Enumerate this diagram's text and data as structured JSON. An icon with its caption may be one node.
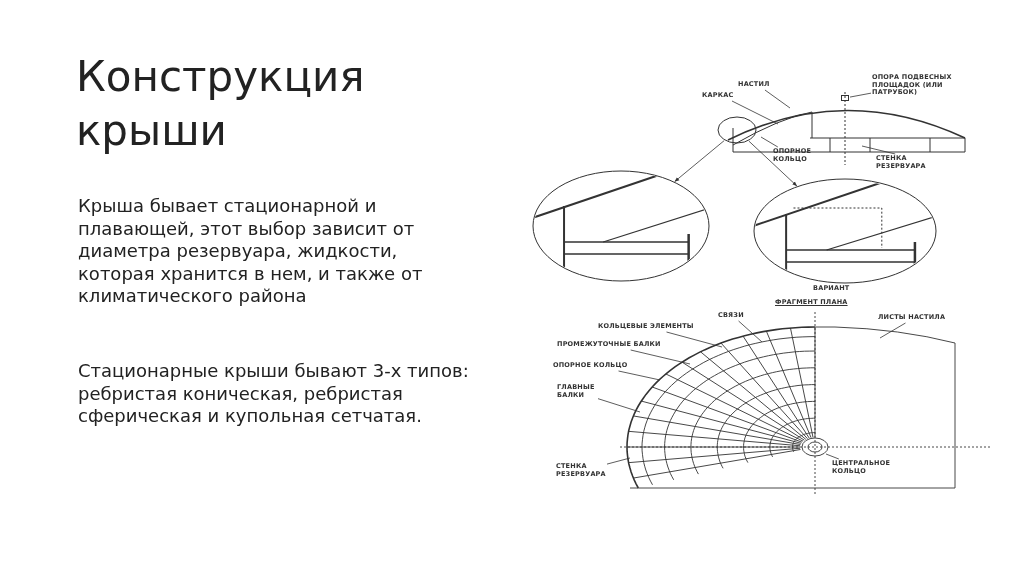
{
  "diagram": {
    "title": "Конструкция крыши",
    "nodes": [
      {
        "text": [],
        "shape": "circle"
      },
      {
        "text": [],
        "shape": "circle"
      },
      {
        "text": [],
        "shape": "circle",
        "beside": [
          "ВАРИАНТ"
        ]
      },
      {
        "text": [
          "НАСТИЛ"
        ]
      },
      {
        "text": [
          "КАРКАС"
        ]
      },
      {
        "text": [
          "ОПОРА ПОДВЕСНЫХ ПЛОЩАДОК (ИЛИ ПАТРУБОК)"
        ]
      },
      {
        "text": [
          "ОПОРНОЕ КОЛЬЦО"
        ]
      },
      {
        "text": [
          "СТЕНКА РЕЗЕРВУАРА"
        ]
      },
      {
        "text": [
          "СВЯЗИ"
        ]
      },
      {
        "text": [
          "ЛИСТЫ НАСТИЛА"
        ]
      },
      {
        "text": [
          "КОЛЬЦЕВЫЕ ЭЛЕМЕНТЫ"
        ]
      },
      {
        "text": [
          "ПРОМЕЖУТОЧНЫЕ БАЛКИ"
        ]
      },
      {
        "text": [
          "ОПОРНОЕ КОЛЬЦО"
        ]
      },
      {
        "text": [
          "ГЛАВНЫЕ БАЛКИ"
        ]
      },
      {
        "text": [
          "СТЕНКА РЕЗЕРВУАРА"
        ]
      },
      {
        "text": [
          "ЦЕНТРАЛЬНОЕ КОЛЬЦО"
        ]
      },
      {
        "text": [],
        "shape": "box"
      }
    ],
    "edges": [
      {
        "from": 0,
        "to": 1,
        "arrow": "to"
      },
      {
        "from": 0,
        "to": 2,
        "arrow": "to"
      },
      {
        "from": 3,
        "to": null,
        "arrow": "none"
      },
      {
        "from": 4,
        "to": null,
        "arrow": "none"
      },
      {
        "from": 5,
        "to": 16,
        "arrow": "none"
      },
      {
        "from": 6,
        "to": null,
        "arrow": "none"
      },
      {
        "from": 7,
        "to": null,
        "arrow": "none"
      },
      {
        "from": 8,
        "to": null,
        "arrow": "none"
      },
      {
        "from": 9,
        "to": null,
        "arrow": "none"
      },
      {
        "from": 10,
        "to": null,
        "arrow": "none"
      },
      {
        "from": 11,
        "to": null,
        "arrow": "none"
      },
      {
        "from": 12,
        "to": null,
        "arrow": "none"
      },
      {
        "from": 13,
        "to": null,
        "arrow": "none"
      },
      {
        "from": 14,
        "to": null,
        "arrow": "none"
      },
      {
        "from": 15,
        "to": null,
        "arrow": "none"
      }
    ],
    "labels": [
      "Крыша бывает стационарной и плавающей, этот выбор зависит от диаметра резервуара, жидкости, которая хранится в нем, и также от климатического района",
      "Стационарные крыши бывают 3-х типов: ребристая коническая, ребристая сферическая и купольная сетчатая.",
      "ФРАГМЕНТ ПЛАНА"
    ]
  }
}
